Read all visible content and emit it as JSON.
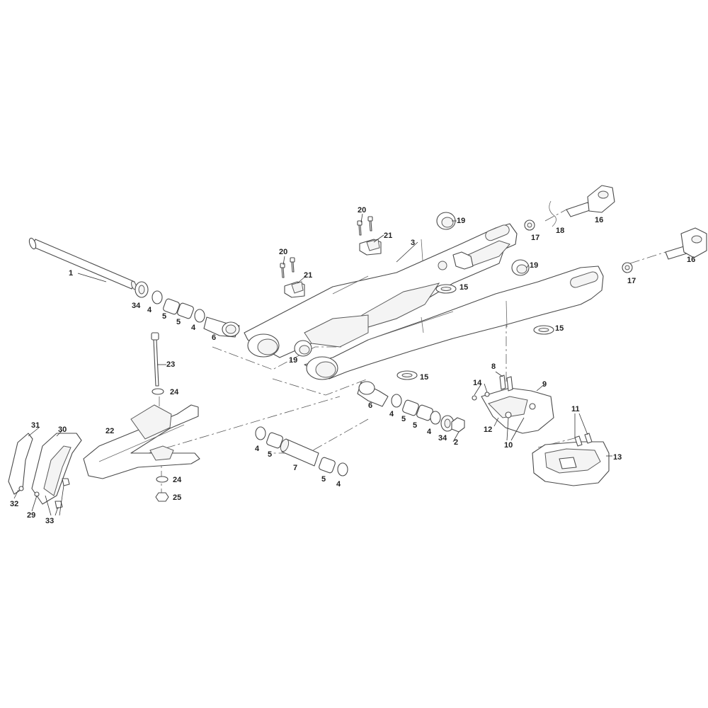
{
  "callouts": {
    "c1": "1",
    "c2": "2",
    "c3": "3",
    "c4a": "4",
    "c4b": "4",
    "c4c": "4",
    "c4d": "4",
    "c4e": "4",
    "c5a": "5",
    "c5b": "5",
    "c5c": "5",
    "c5d": "5",
    "c5e": "5",
    "c5f": "5",
    "c6a": "6",
    "c6b": "6",
    "c7": "7",
    "c8": "8",
    "c9": "9",
    "c10": "10",
    "c11": "11",
    "c12": "12",
    "c13": "13",
    "c14": "14",
    "c15a": "15",
    "c15b": "15",
    "c15c": "15",
    "c16a": "16",
    "c16b": "16",
    "c17a": "17",
    "c17b": "17",
    "c18": "18",
    "c19a": "19",
    "c19b": "19",
    "c19c": "19",
    "c20a": "20",
    "c20b": "20",
    "c21a": "21",
    "c21b": "21",
    "c22": "22",
    "c23": "23",
    "c24a": "24",
    "c24b": "24",
    "c25": "25",
    "c29": "29",
    "c30": "30",
    "c31": "31",
    "c32": "32",
    "c33": "33",
    "c34a": "34",
    "c34b": "34"
  }
}
